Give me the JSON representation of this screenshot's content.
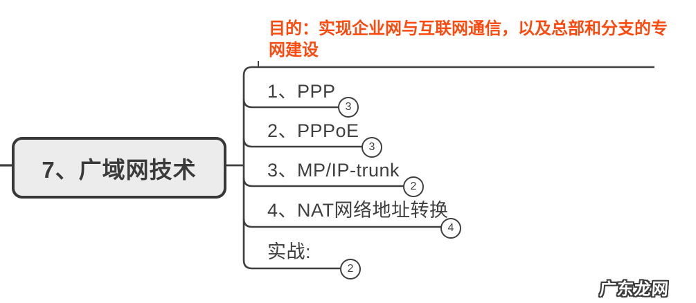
{
  "diagram": {
    "type": "mindmap",
    "root": {
      "label": "7、广域网技术"
    },
    "purpose_note": {
      "label": "目的：实现企业网与互联网通信，以及总部和分支的专网建设"
    },
    "branches": [
      {
        "label": "1、PPP",
        "badge": "3"
      },
      {
        "label": "2、PPPoE",
        "badge": "3"
      },
      {
        "label": "3、MP/IP-trunk",
        "badge": "2"
      },
      {
        "label": "4、NAT网络地址转换",
        "badge": "4"
      },
      {
        "label": "实战:",
        "badge": "2"
      }
    ],
    "colors": {
      "accent_orange": "#fb4a10",
      "line": "#3f3f3f",
      "node_fill": "#ececec",
      "node_border": "#383838",
      "background": "#ffffff"
    },
    "watermark": "广东龙网"
  }
}
